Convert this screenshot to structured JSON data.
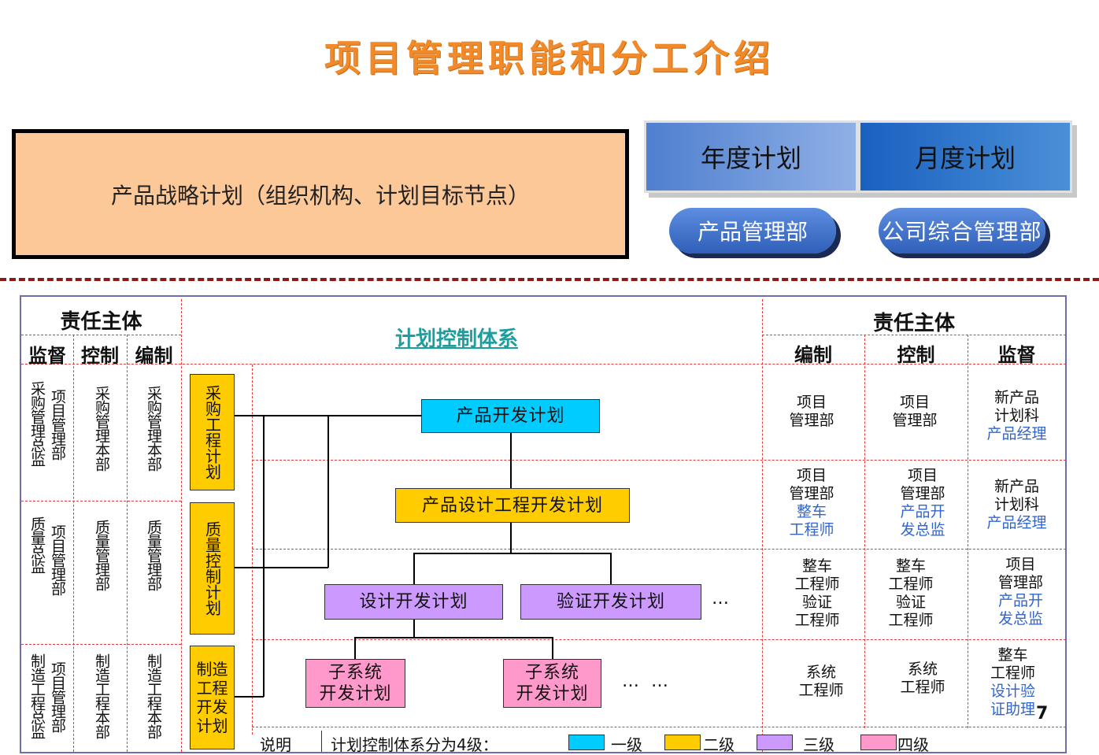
{
  "title": "项目管理职能和分工介绍",
  "strategy_box": "产品战略计划（组织机构、计划目标节点）",
  "tabs": {
    "year": "年度计划",
    "month": "月度计划"
  },
  "pills": {
    "year_dept": "产品管理部",
    "month_dept": "公司综合管理部"
  },
  "left_header": {
    "title": "责任主体",
    "cols": [
      "监督",
      "控制",
      "编制"
    ]
  },
  "center_title": "计划控制体系",
  "right_header": {
    "title": "责任主体",
    "cols": [
      "编制",
      "控制",
      "监督"
    ]
  },
  "left_rows": [
    {
      "supervise_a": "采购管理总监",
      "supervise_b": "项目管理部",
      "control": "采购管理本部",
      "compile": "采购管理本部"
    },
    {
      "supervise_a": "质量总监",
      "supervise_b": "项目管理部",
      "control": "质量管理部",
      "compile": "质量管理部"
    },
    {
      "supervise_a": "制造工程总监",
      "supervise_b": "项目管理部",
      "control": "制造工程本部",
      "compile": "制造工程本部"
    }
  ],
  "side_plans": [
    "采购工程计划",
    "质量控制计划",
    "制造工程开发计划"
  ],
  "nodes": {
    "level1": "产品开发计划",
    "level2": "产品设计工程开发计划",
    "level3a": "设计开发计划",
    "level3b": "验证开发计划",
    "level3_more": "…",
    "level4a_l1": "子系统",
    "level4a_l2": "开发计划",
    "level4b_l1": "子系统",
    "level4b_l2": "开发计划",
    "level4_more": "… …"
  },
  "right_rows": [
    {
      "compile": [
        "项目",
        "管理部"
      ],
      "control": [
        "项目",
        "管理部"
      ],
      "supervise": [
        "新产品",
        "计划科"
      ],
      "supervise_blue": [
        "产品经理"
      ]
    },
    {
      "compile": [
        "项目",
        "管理部"
      ],
      "compile_blue": [
        "整车",
        "工程师"
      ],
      "control": [
        "项目",
        "管理部"
      ],
      "control_blue": [
        "产品开",
        "发总监"
      ],
      "supervise": [
        "新产品",
        "计划科"
      ],
      "supervise_blue": [
        "产品经理"
      ]
    },
    {
      "compile": [
        "整车",
        "工程师",
        "验证",
        "工程师"
      ],
      "control": [
        "整车",
        "工程师",
        "验证",
        "工程师"
      ],
      "supervise": [
        "项目",
        "管理部"
      ],
      "supervise_blue": [
        "产品开",
        "发总监"
      ]
    },
    {
      "compile": [
        "系统",
        "工程师"
      ],
      "control": [
        "系统",
        "工程师"
      ],
      "supervise": [
        "整车",
        "工程师"
      ],
      "supervise_blue": [
        "设计验",
        "证助理"
      ]
    }
  ],
  "page_number": "7",
  "legend": {
    "label": "说明",
    "text": "计划控制体系分为4级：",
    "items": [
      {
        "label": "一级",
        "color": "#00ccff"
      },
      {
        "label": "二级",
        "color": "#ffcc00"
      },
      {
        "label": "三级",
        "color": "#cc99ff"
      },
      {
        "label": "四级",
        "color": "#ff99cc"
      }
    ]
  }
}
